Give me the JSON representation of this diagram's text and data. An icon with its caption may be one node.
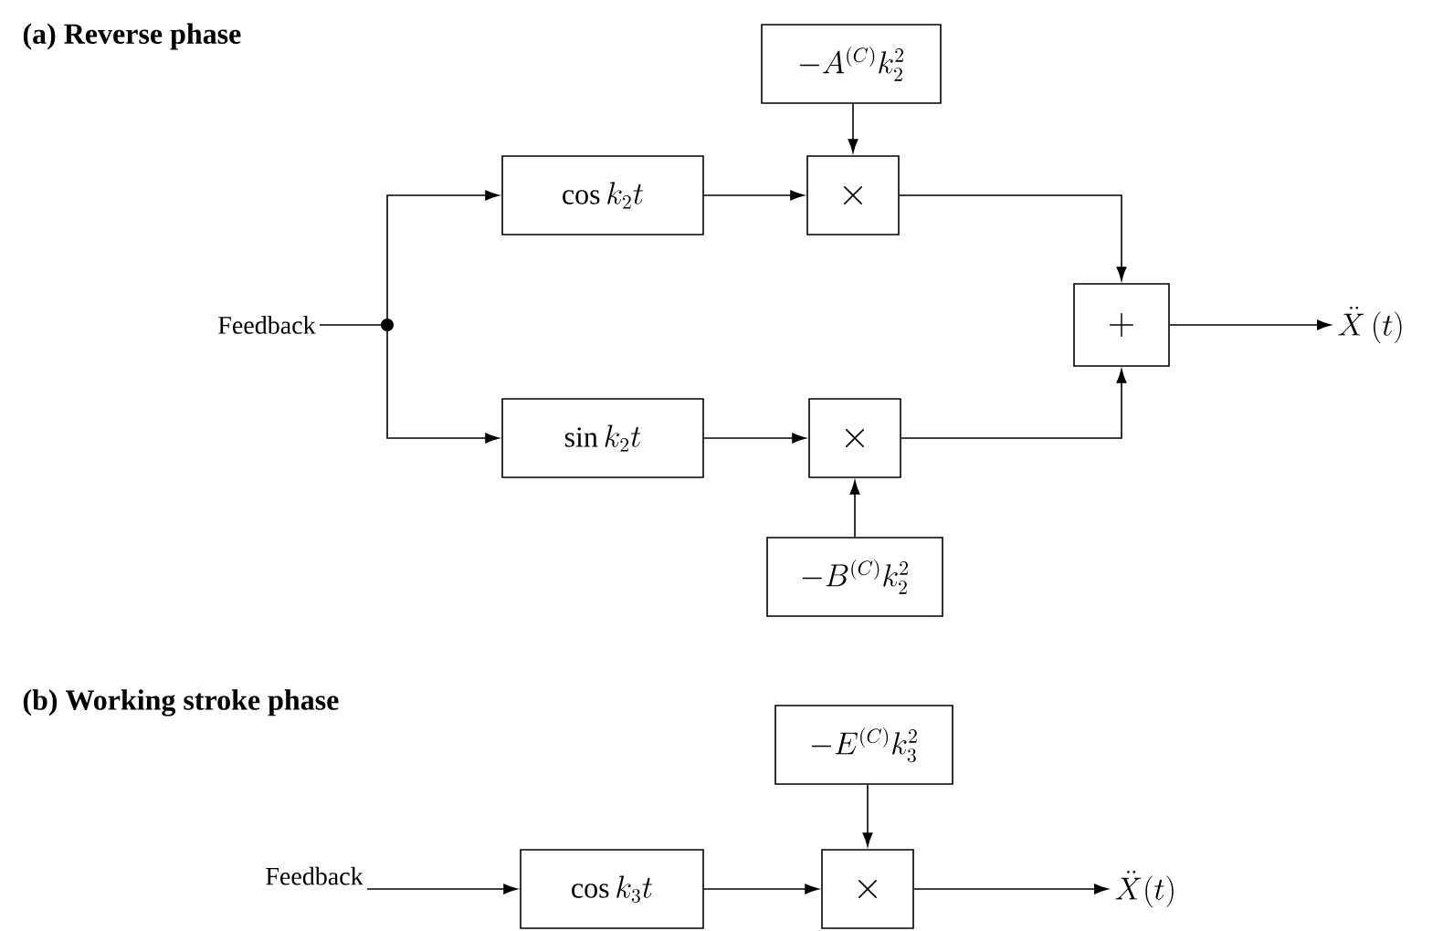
{
  "diagram": {
    "nodes": [
      {
        "text": [
          "Feedback"
        ]
      },
      {
        "text": [],
        "shape": "circle"
      },
      {
        "text": [
          "\\cos k_2 t"
        ]
      },
      {
        "text": [
          "\\sin k_2 t"
        ]
      },
      {
        "text": [
          "-A^{(C)} k_2^2"
        ]
      },
      {
        "text": [
          "\\times"
        ]
      },
      {
        "text": [
          "-B^{(C)} k_2^2"
        ]
      },
      {
        "text": [
          "\\times"
        ]
      },
      {
        "text": [
          "+"
        ]
      },
      {
        "text": [
          "\\ddot{X}\\,(t)"
        ]
      },
      {
        "text": [
          "Feedback"
        ]
      },
      {
        "text": [
          "\\cos k_3 t"
        ]
      },
      {
        "text": [
          "-E^{(C)} k_3^2"
        ]
      },
      {
        "text": [
          "\\times"
        ]
      },
      {
        "text": [
          "\\ddot{X}(t)"
        ]
      }
    ],
    "edges": [
      {
        "from": 0,
        "to": 1,
        "arrow": "none"
      },
      {
        "from": 1,
        "to": 2,
        "arrow": "to"
      },
      {
        "from": 1,
        "to": 3,
        "arrow": "to"
      },
      {
        "from": 2,
        "to": 5,
        "arrow": "to"
      },
      {
        "from": 4,
        "to": 5,
        "arrow": "to"
      },
      {
        "from": 3,
        "to": 7,
        "arrow": "to"
      },
      {
        "from": 6,
        "to": 7,
        "arrow": "to"
      },
      {
        "from": 5,
        "to": 8,
        "arrow": "to"
      },
      {
        "from": 7,
        "to": 8,
        "arrow": "to"
      },
      {
        "from": 8,
        "to": 9,
        "arrow": "to"
      },
      {
        "from": 10,
        "to": 11,
        "arrow": "to"
      },
      {
        "from": 11,
        "to": 13,
        "arrow": "to"
      },
      {
        "from": 12,
        "to": 13,
        "arrow": "to"
      },
      {
        "from": 13,
        "to": 14,
        "arrow": "to"
      }
    ],
    "labels": [
      "(a) Reverse phase",
      "(b) Working stroke phase"
    ]
  }
}
